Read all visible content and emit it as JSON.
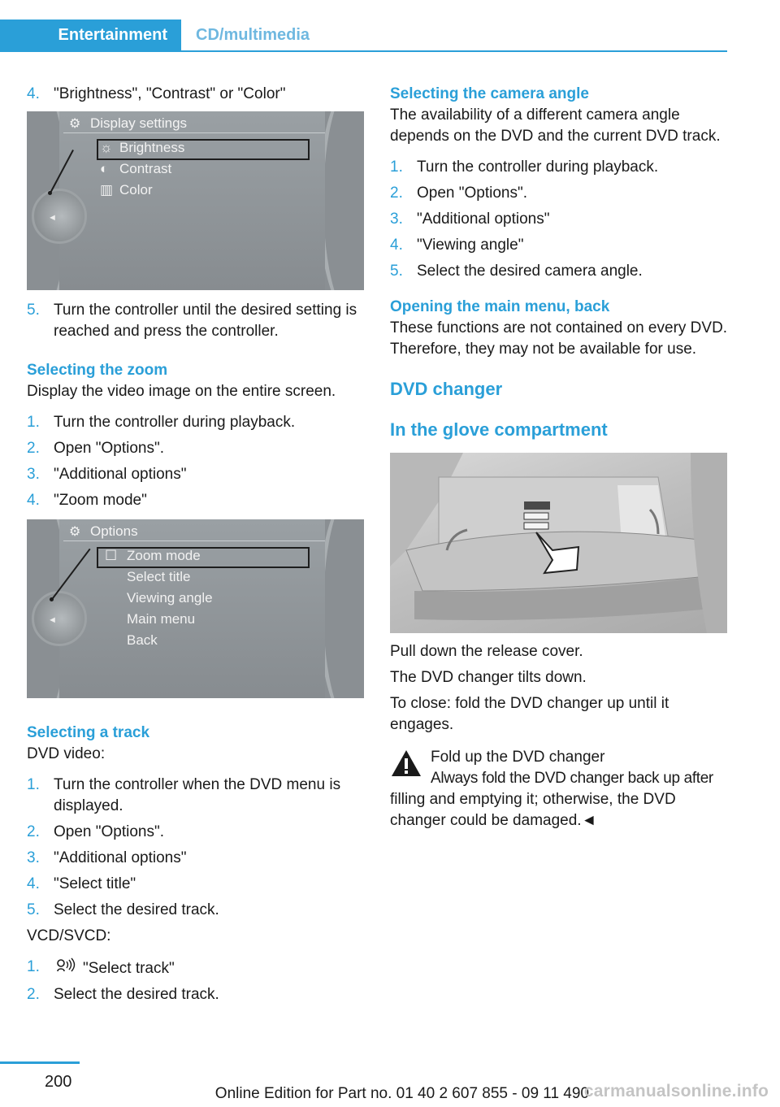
{
  "header": {
    "tab_active": "Entertainment",
    "tab_inactive": "CD/multimedia",
    "accent_color": "#2a9fd8"
  },
  "left": {
    "step4_num": "4.",
    "step4_text": "\"Brightness\", \"Contrast\" or \"Color\"",
    "screen1": {
      "title": "Display settings",
      "items": [
        "Brightness",
        "Contrast",
        "Color"
      ]
    },
    "step5_num": "5.",
    "step5_text": "Turn the controller until the desired setting is reached and press the controller.",
    "zoom_heading": "Selecting the zoom",
    "zoom_desc": "Display the video image on the entire screen.",
    "zoom_steps": [
      {
        "num": "1.",
        "text": "Turn the controller during playback."
      },
      {
        "num": "2.",
        "text": "Open \"Options\"."
      },
      {
        "num": "3.",
        "text": "\"Additional options\""
      },
      {
        "num": "4.",
        "text": "\"Zoom mode\""
      }
    ],
    "screen2": {
      "title": "Options",
      "items": [
        "Zoom mode",
        "Select title",
        "Viewing angle",
        "Main menu",
        "Back"
      ]
    },
    "track_heading": "Selecting a track",
    "dvd_label": "DVD video:",
    "track_steps": [
      {
        "num": "1.",
        "text": "Turn the controller when the DVD menu is displayed."
      },
      {
        "num": "2.",
        "text": "Open \"Options\"."
      },
      {
        "num": "3.",
        "text": "\"Additional options\""
      },
      {
        "num": "4.",
        "text": "\"Select title\""
      },
      {
        "num": "5.",
        "text": "Select the desired track."
      }
    ],
    "vcd_label": "VCD/SVCD:",
    "vcd_steps": [
      {
        "num": "1.",
        "text": "\"Select track\""
      },
      {
        "num": "2.",
        "text": "Select the desired track."
      }
    ]
  },
  "right": {
    "angle_heading": "Selecting the camera angle",
    "angle_desc": "The availability of a different camera angle depends on the DVD and the current DVD track.",
    "angle_steps": [
      {
        "num": "1.",
        "text": "Turn the controller during playback."
      },
      {
        "num": "2.",
        "text": "Open \"Options\"."
      },
      {
        "num": "3.",
        "text": "\"Additional options\""
      },
      {
        "num": "4.",
        "text": "\"Viewing angle\""
      },
      {
        "num": "5.",
        "text": "Select the desired camera angle."
      }
    ],
    "menu_heading": "Opening the main menu, back",
    "menu_desc": "These functions are not contained on every DVD. Therefore, they may not be available for use.",
    "changer_heading": "DVD changer",
    "glove_heading": "In the glove compartment",
    "pull_text": "Pull down the release cover.",
    "tilt_text": "The DVD changer tilts down.",
    "close_text": "To close: fold the DVD changer up until it engages.",
    "warning_title": "Fold up the DVD changer",
    "warning_line1": "Always fold the DVD changer back up after",
    "warning_rest": "filling and emptying it; otherwise, the DVD changer could be damaged.◄"
  },
  "footer": {
    "page_number": "200",
    "edition": "Online Edition for Part no. 01 40 2 607 855 - 09 11 490",
    "watermark": "carmanualsonline.info"
  }
}
